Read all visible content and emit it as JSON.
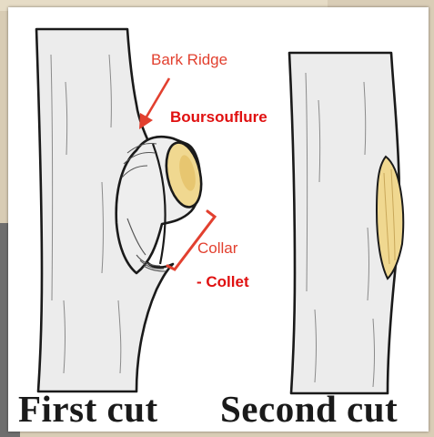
{
  "labels": {
    "bark_ridge": "Bark Ridge",
    "boursouflure": "Boursouflure",
    "collar": "Collar",
    "collet": "- Collet"
  },
  "captions": {
    "first": "First cut",
    "second": "Second cut"
  },
  "colors": {
    "label_red": "#e2402f",
    "label_bold_red": "#e01010",
    "cut_wood": "#f0d890",
    "bark": "#e8e8e8",
    "outline": "#1a1a1a"
  }
}
